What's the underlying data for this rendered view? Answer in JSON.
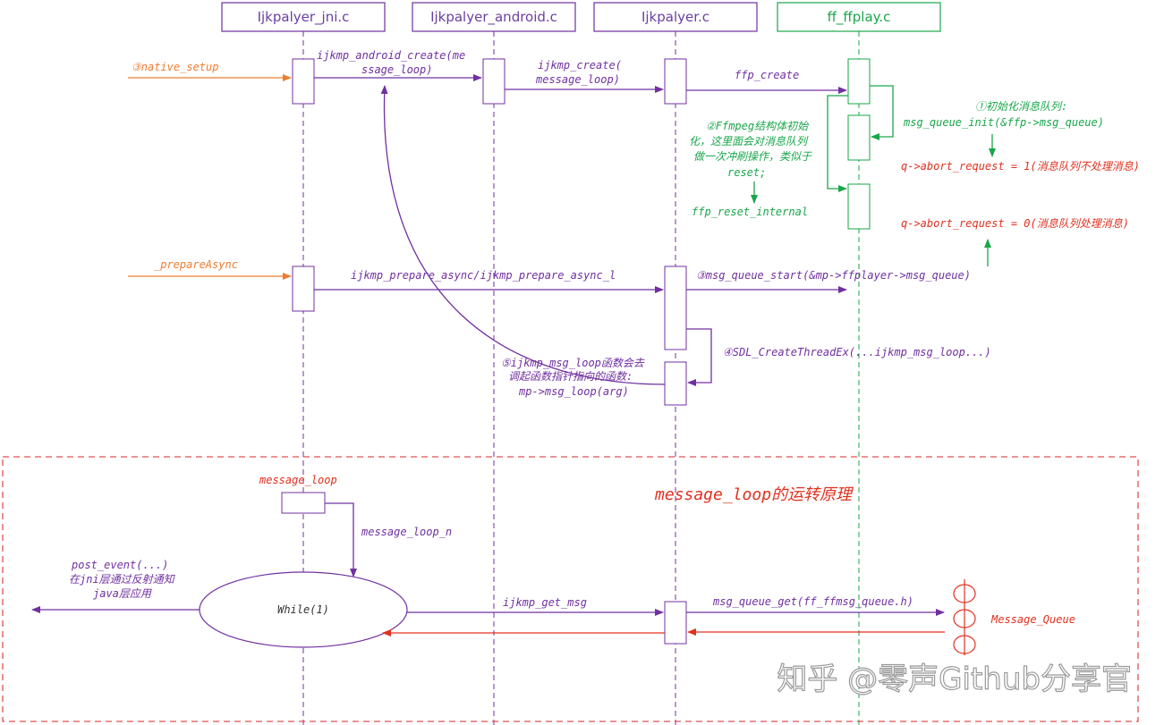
{
  "lanes": {
    "jni": "Ijkpalyer_jni.c",
    "android": "Ijkpalyer_android.c",
    "player": "Ijkpalyer.c",
    "ffplay": "ff_ffplay.c"
  },
  "labels": {
    "native_setup": "③native_setup",
    "android_create_1": "ijkmp_android_create(me",
    "android_create_2": "ssage_loop)",
    "ijkmp_create_1": "ijkmp_create(",
    "ijkmp_create_2": "message_loop)",
    "ffp_create": "ffp_create",
    "msg_init_1": "①初始化消息队列:",
    "msg_init_2": "msg_queue_init(&ffp->msg_queue)",
    "abort_1": "q->abort_request = 1(消息队列不处理消息)",
    "abort_0": "q->abort_request = 0(消息队列处理消息)",
    "reset_1": "②Ffmpeg结构体初始",
    "reset_2": "化，这里面会对消息队列",
    "reset_3": "做一次冲刷操作，类似于",
    "reset_4": "reset;",
    "ffp_reset_internal": "ffp_reset_internal",
    "prepare_async": "_prepareAsync",
    "prepare_call": "ijkmp_prepare_async/ijkmp_prepare_async_l",
    "msg_queue_start": "③msg_queue_start(&mp->ffplayer->msg_queue)",
    "create_thread": "④SDL_CreateThreadEx(...ijkmp_msg_loop...)",
    "msg_loop_1": "⑤ijkmp_msg_loop函数会去",
    "msg_loop_2": "调起函数指针指向的函数:",
    "msg_loop_3": "mp->msg_loop(arg)",
    "section_title": "message_loop的运转原理",
    "message_loop": "message_loop",
    "message_loop_n": "message_loop_n",
    "post_event_1": "post_event(...)",
    "post_event_2": "在jni层通过反射通知",
    "post_event_3": "java层应用",
    "while_1": "While(1)",
    "ijkmp_get_msg": "ijkmp_get_msg",
    "msg_queue_get": "msg_queue_get(ff_ffmsg_queue.h)",
    "message_queue": "Message_Queue",
    "watermark": "知乎 @零声Github分享官"
  },
  "colors": {
    "purple": "#7030a0",
    "green": "#1aa64a",
    "red": "#e0301e",
    "orange": "#ed7d31",
    "dashed_box": "#e05050"
  }
}
